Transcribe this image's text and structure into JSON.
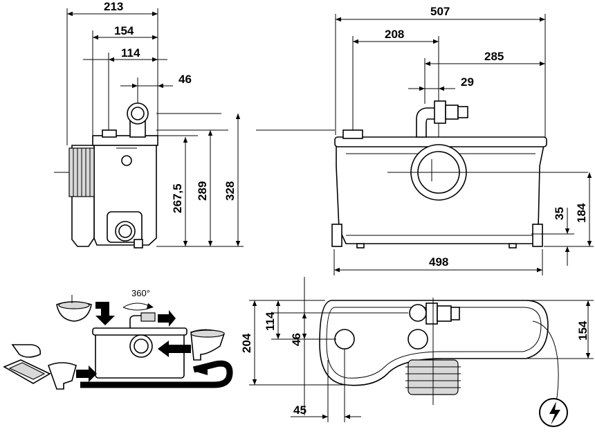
{
  "dimensions": {
    "side_width_total": "213",
    "side_width_154": "154",
    "side_width_114": "114",
    "side_offset_46": "46",
    "side_height_267": "267,5",
    "side_height_289": "289",
    "side_height_328": "328",
    "front_width_total": "507",
    "front_inlet_208": "208",
    "front_outlet_285": "285",
    "front_offset_29": "29",
    "front_base_498": "498",
    "front_height_35": "35",
    "front_height_184": "184",
    "top_depth_204": "204",
    "top_114": "114",
    "top_46": "46",
    "top_45": "45",
    "top_154": "154"
  },
  "rotation_label": "360°",
  "colors": {
    "line": "#000000",
    "shade": "#d8d8d8",
    "background": "#ffffff"
  },
  "icons": {
    "electrical": "lightning-bolt-icon"
  }
}
